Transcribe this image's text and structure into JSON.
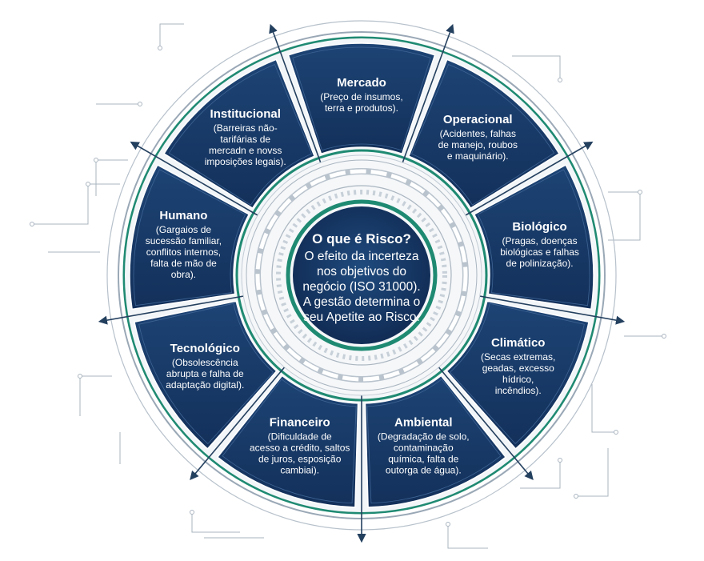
{
  "center": {
    "title": "O que é Risco?",
    "lines": [
      "O efeito da incerteza",
      "nos objetivos do",
      "negócio (ISO 31000).",
      "A gestão determina o",
      "seu Apetite ao Risco."
    ]
  },
  "segments": [
    {
      "id": "mercado",
      "title": "Mercado",
      "lines": [
        "(Preço de insumos,",
        "terra e produtos)."
      ]
    },
    {
      "id": "operacional",
      "title": "Operacional",
      "lines": [
        "(Acidentes, falhas",
        "de manejo, roubos",
        "e maquinário)."
      ]
    },
    {
      "id": "biologico",
      "title": "Biológico",
      "lines": [
        "(Pragas, doenças",
        "biológicas e falhas",
        "de polinização)."
      ]
    },
    {
      "id": "climatico",
      "title": "Climático",
      "lines": [
        "(Secas extremas,",
        "geadas, excesso",
        "hídrico,",
        "incêndios)."
      ]
    },
    {
      "id": "ambiental",
      "title": "Ambiental",
      "lines": [
        "(Degradação de solo,",
        "contaminação",
        "química, falta de",
        "outorga de água)."
      ]
    },
    {
      "id": "financeiro",
      "title": "Financeiro",
      "lines": [
        "(Dificuldade de",
        "acesso a crédito, saltos",
        "de juros, esposição",
        "cambiai)."
      ]
    },
    {
      "id": "tecnologico",
      "title": "Tecnológico",
      "lines": [
        "(Obsolescência",
        "abrupta e falha de",
        "adaptação digital)."
      ]
    },
    {
      "id": "humano",
      "title": "Humano",
      "lines": [
        "(Gargaios de",
        "sucessão familiar,",
        "conflitos internos,",
        "falta de mão de",
        "obra)."
      ]
    },
    {
      "id": "institucional",
      "title": "Institucional",
      "lines": [
        "(Barreiras não-",
        "tarifárias de",
        "mercadn e novss",
        "imposições legais)."
      ]
    }
  ],
  "colors": {
    "navy": "#16325e",
    "teal": "#1f8a72",
    "line": "#9aa8b6",
    "arrow": "#24405f"
  }
}
